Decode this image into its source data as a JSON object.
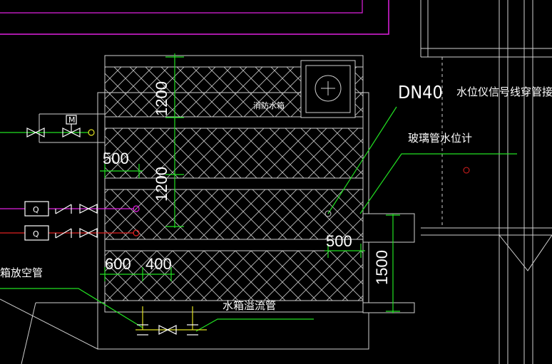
{
  "labels": {
    "dn40": "DN40",
    "signal_pipe": "水位仪信号线穿管接口",
    "glass_gauge": "玻璃管水位计",
    "tank_name": "消防水箱",
    "overflow": "水箱溢流管",
    "drain": "箱放空管",
    "valve_m": "M",
    "q1": "Q",
    "q2": "Q"
  },
  "dimensions": {
    "d1200_top": "1200",
    "d1200_mid": "1200",
    "d500_left": "500",
    "d500_right": "500",
    "d600": "600",
    "d400": "400",
    "d1500": "1500"
  },
  "colors": {
    "background": "#000000",
    "line_gray": "#cfcfcf",
    "hatch": "#bdbdbd",
    "green": "#22e022",
    "magenta": "#e020e0",
    "red": "#e02020",
    "yellow": "#e0e020",
    "white": "#ffffff"
  }
}
